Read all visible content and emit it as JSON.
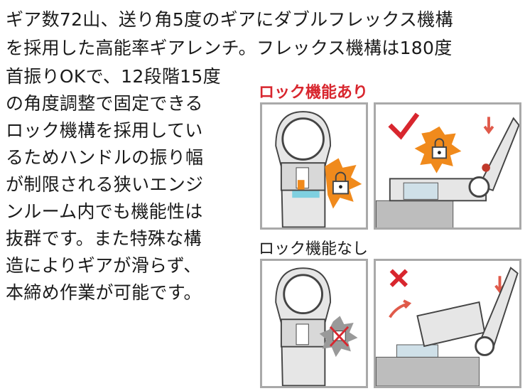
{
  "description_lines": [
    "ギア数72山、送り角5度のギアにダブルフレックス機構",
    "を採用した高能率ギアレンチ。フレックス機構は180度",
    "首振りOKで、12段階15度",
    "の角度調整で固定できる",
    "ロック機構を採用してい",
    "るためハンドルの振り幅",
    "が制限される狭いエンジ",
    "ンルーム内でも機能性は",
    "抜群です。また特殊な構",
    "造によりギアが滑らず、",
    "本締め作業が可能です。"
  ],
  "with_lock": {
    "label": "ロック機能あり",
    "color": "#d8262e"
  },
  "without_lock": {
    "label": "ロック機能なし",
    "color": "#1a1a1a"
  },
  "colors": {
    "accent_orange": "#f08a1c",
    "mark_red": "#d8262e",
    "frame_gray": "#a9a9a9"
  }
}
